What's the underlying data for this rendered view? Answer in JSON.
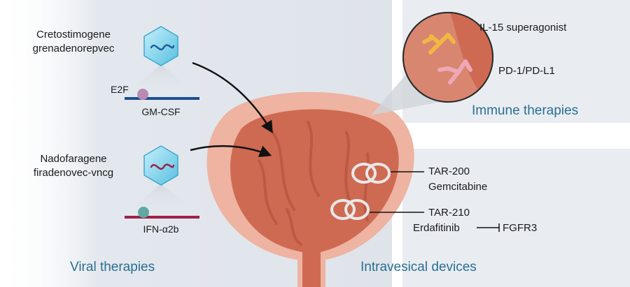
{
  "viral": {
    "virus1_name": [
      "Cretostimogene",
      "grenadenorepvec"
    ],
    "virus1_promoter": "E2F",
    "virus1_gene": "GM-CSF",
    "virus2_name": [
      "Nadofaragene",
      "firadenovec-vncg"
    ],
    "virus2_gene": "IFN-α2b",
    "section_title": "Viral therapies"
  },
  "immune": {
    "item1": "IL-15 superagonist",
    "item2": "PD-1/PD-L1",
    "section_title": "Immune therapies"
  },
  "devices": {
    "device1": "TAR-200",
    "device1_drug": "Gemcitabine",
    "device2": "TAR-210",
    "device2_drug": "Erdafitinib",
    "device2_target": "FGFR3",
    "section_title": "Intravesical devices"
  },
  "colors": {
    "panel_bg": "#e9edf2",
    "bladder_outer": "#eeb3a1",
    "bladder_inner": "#cf6a52",
    "accent_blue": "#2a6f91",
    "dna_blue": "#1f4e91",
    "dna_red": "#9e2148",
    "antibody_yellow": "#f2b642",
    "antibody_pink": "#efa7b8"
  },
  "icons": [
    "adenovirus-icon",
    "dna-strand-icon",
    "antibody-icon",
    "ring-device-icon",
    "inhibition-arrow-icon"
  ]
}
